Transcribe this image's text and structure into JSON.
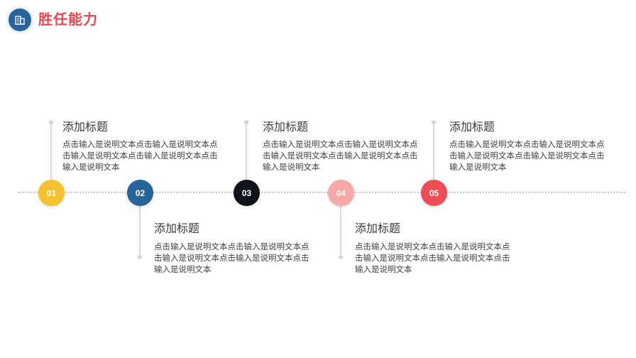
{
  "header": {
    "icon": "building-icon",
    "title": "胜任能力",
    "title_color": "#e8474f",
    "icon_color": "#26649a"
  },
  "timeline": {
    "items": [
      {
        "number": "01",
        "color": "#f6c12f",
        "position": "top",
        "title": "添加标题",
        "text": "点击输入是说明文本点击输入是说明文本点击输入是说明文本点击输入是说明文本点击输入是说明文本"
      },
      {
        "number": "02",
        "color": "#26649a",
        "position": "bottom",
        "title": "添加标题",
        "text": "点击输入是说明文本点击输入是说明文本点击输入是说明文本点击输入是说明文本点击输入是说明文本"
      },
      {
        "number": "03",
        "color": "#0e1419",
        "position": "top",
        "title": "添加标题",
        "text": "点击输入是说明文本点击输入是说明文本点击输入是说明文本点击输入是说明文本点击输入是说明文本"
      },
      {
        "number": "04",
        "color": "#f7a8a6",
        "position": "bottom",
        "title": "添加标题",
        "text": "点击输入是说明文本点击输入是说明文本点击输入是说明文本点击输入是说明文本点击输入是说明文本"
      },
      {
        "number": "05",
        "color": "#ef4d55",
        "position": "top",
        "title": "添加标题",
        "text": "点击输入是说明文本点击输入是说明文本点击输入是说明文本点击输入是说明文本点击输入是说明文本"
      }
    ]
  }
}
